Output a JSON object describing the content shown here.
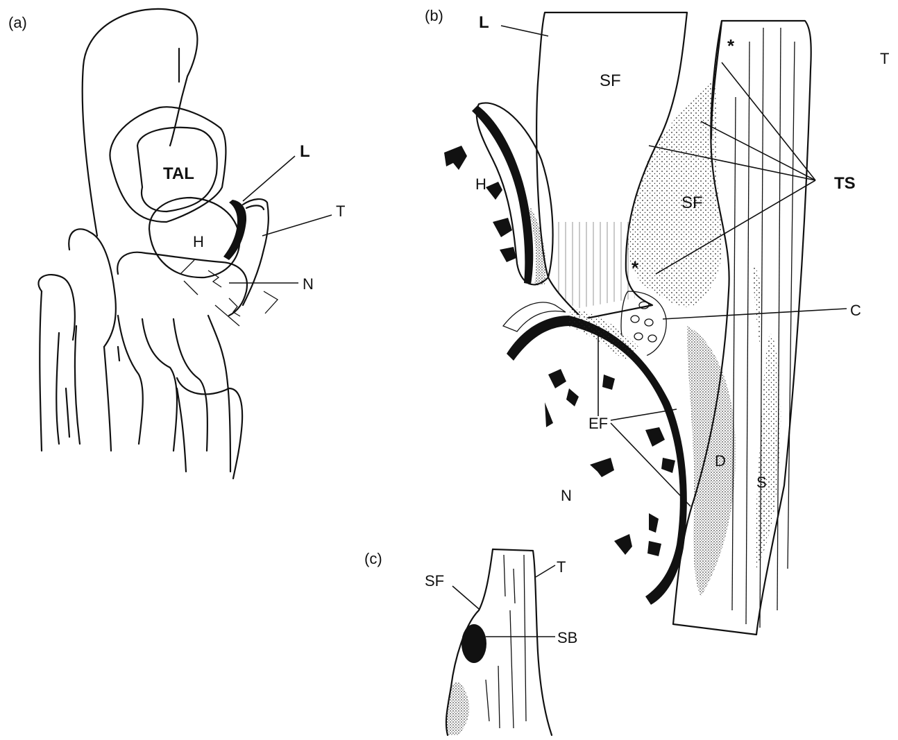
{
  "panels": {
    "a": {
      "panel_label": "(a)",
      "labels": {
        "talus": "TAL",
        "head": "H",
        "ligament": "L",
        "tendon": "T",
        "navicular": "N"
      }
    },
    "b": {
      "panel_label": "(b)",
      "labels": {
        "ligament": "L",
        "fibrocartilage_top": "SF",
        "fibrocartilage_mid": "SF",
        "head": "H",
        "asterisk_top": "*",
        "asterisk_mid": "*",
        "tendon": "T",
        "tendon_sheath": "TS",
        "cartilage": "C",
        "enthesis_fibrocartilage": "EF",
        "navicular": "N",
        "d_region": "D",
        "s_region": "S"
      }
    },
    "c": {
      "panel_label": "(c)",
      "labels": {
        "fibrocartilage": "SF",
        "tendon": "T",
        "synovial_bursa": "SB"
      }
    }
  },
  "colors": {
    "ink": "#111111",
    "paper": "#ffffff"
  }
}
